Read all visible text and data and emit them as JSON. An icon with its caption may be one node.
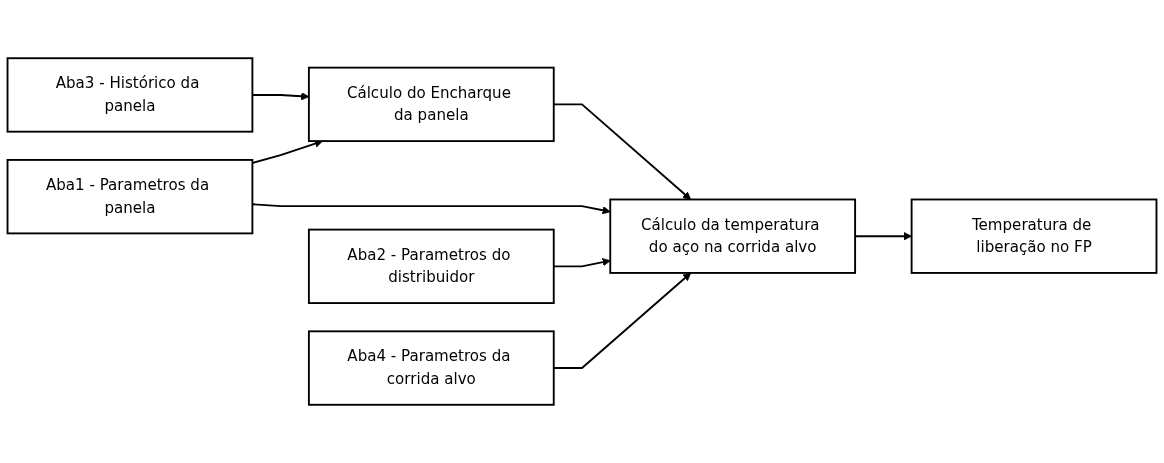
{
  "diagram": {
    "nodes": [
      {
        "text": [
          "Aba3 - Histórico da panela"
        ]
      },
      {
        "text": [
          "Cálculo do Encharque da panela"
        ]
      },
      {
        "text": [
          "Aba1 - Parametros da panela"
        ]
      },
      {
        "text": [
          "Cálculo da temperatura do aço na corrida alvo"
        ]
      },
      {
        "text": [
          "Aba2 - Parametros do distribuidor"
        ]
      },
      {
        "text": [
          "Temperatura de liberação no FP"
        ]
      },
      {
        "text": [
          "Aba4 - Parametros da corrida alvo"
        ]
      }
    ],
    "edges": [
      {
        "from": 0,
        "to": 1,
        "arrow": "to"
      },
      {
        "from": 2,
        "to": 1,
        "arrow": "to"
      },
      {
        "from": 1,
        "to": 3,
        "arrow": "to"
      },
      {
        "from": 2,
        "to": 3,
        "arrow": "to"
      },
      {
        "from": 4,
        "to": 3,
        "arrow": "to"
      },
      {
        "from": 3,
        "to": 5,
        "arrow": "to"
      },
      {
        "from": 6,
        "to": 3,
        "arrow": "to"
      }
    ]
  }
}
